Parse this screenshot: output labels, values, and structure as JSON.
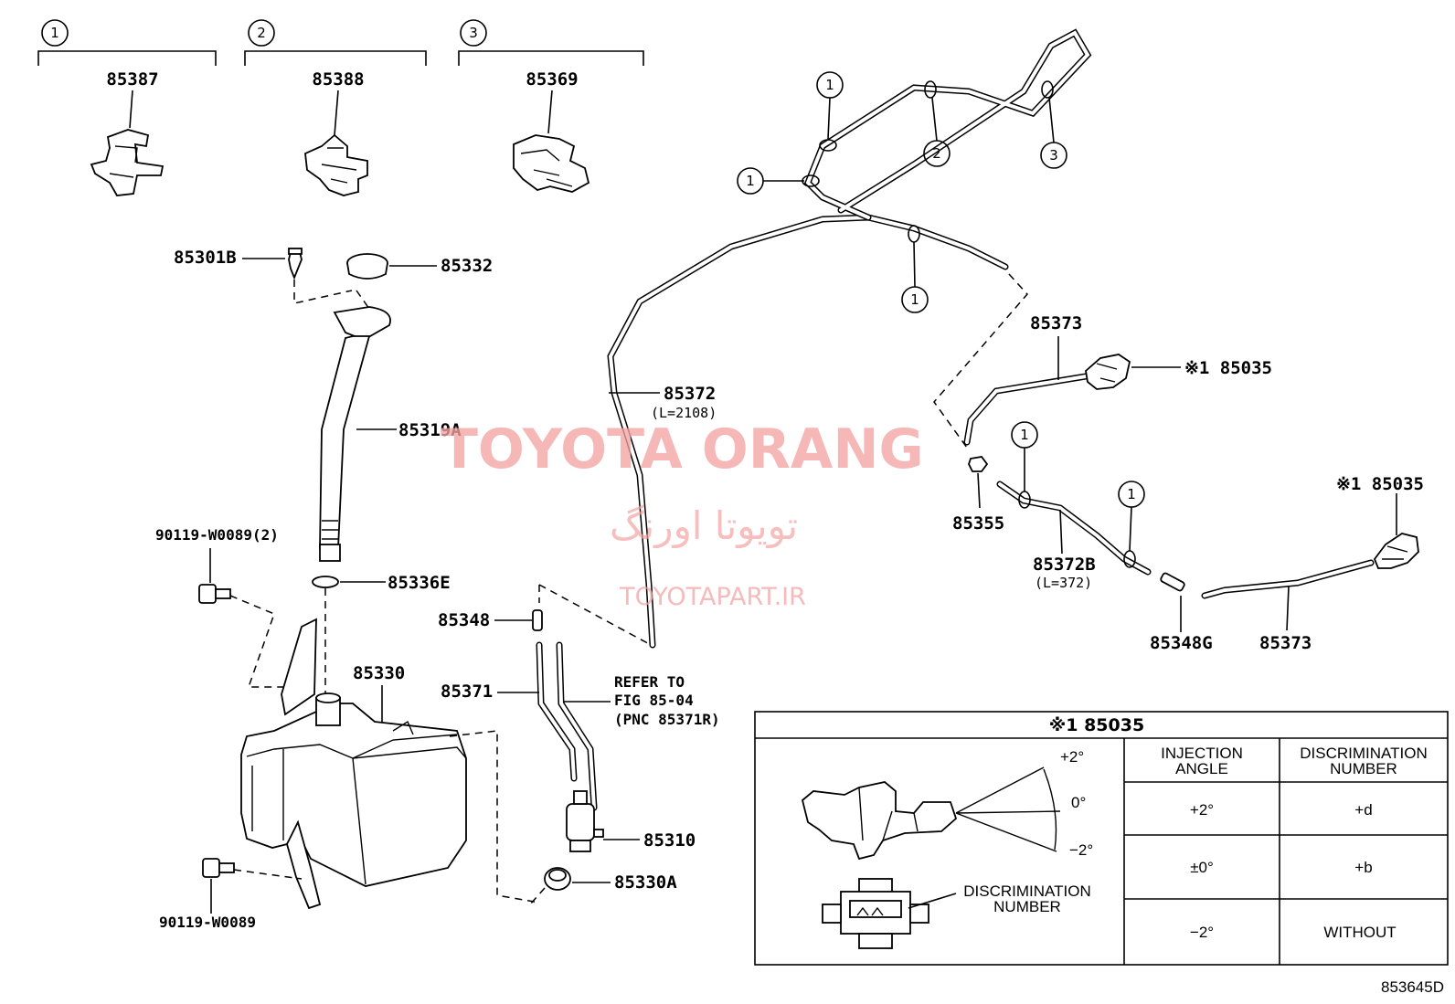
{
  "callout_groups": [
    {
      "num": "1",
      "part": "85387"
    },
    {
      "num": "2",
      "part": "85388"
    },
    {
      "num": "3",
      "part": "85369"
    }
  ],
  "labels": {
    "p85301B": "85301B",
    "p85332": "85332",
    "p85319A": "85319A",
    "p90119_2": "90119-W0089(2)",
    "p85336E": "85336E",
    "p85330": "85330",
    "p90119": "90119-W0089",
    "p85348": "85348",
    "p85371": "85371",
    "p85310": "85310",
    "p85330A": "85330A",
    "p85372": "85372",
    "p85372_len": "(L=2108)",
    "p85373_top": "85373",
    "p85035_top": "※1 85035",
    "p85355": "85355",
    "p85372B": "85372B",
    "p85372B_len": "(L=372)",
    "p85348G": "85348G",
    "p85373_bot": "85373",
    "p85035_right": "※1 85035"
  },
  "refer": {
    "line1": "REFER TO",
    "line2": "FIG 85-04",
    "line3": "(PNC 85371R)"
  },
  "hose_clips": {
    "c1": "1",
    "c2": "1",
    "c3": "2",
    "c4": "3",
    "c5": "1",
    "c6": "1",
    "c7": "1"
  },
  "watermark": {
    "brand": "TOYOTA ORANG",
    "brand_fa": "تویوتا اورنگ",
    "url": "TOYOTAPART.IR"
  },
  "table": {
    "title": "※1 85035",
    "col1_header": [
      "INJECTION",
      "ANGLE"
    ],
    "col2_header": [
      "DISCRIMINATION",
      "NUMBER"
    ],
    "rows": [
      {
        "angle": "+2°",
        "disc": "+d"
      },
      {
        "angle": "±0°",
        "disc": "+b"
      },
      {
        "angle": "−2°",
        "disc": "WITHOUT"
      }
    ],
    "angle_marks": {
      "plus": "+2°",
      "zero": "0°",
      "minus": "−2°"
    },
    "disc_label": [
      "DISCRIMINATION",
      "NUMBER"
    ]
  },
  "diagram_code": "853645D"
}
